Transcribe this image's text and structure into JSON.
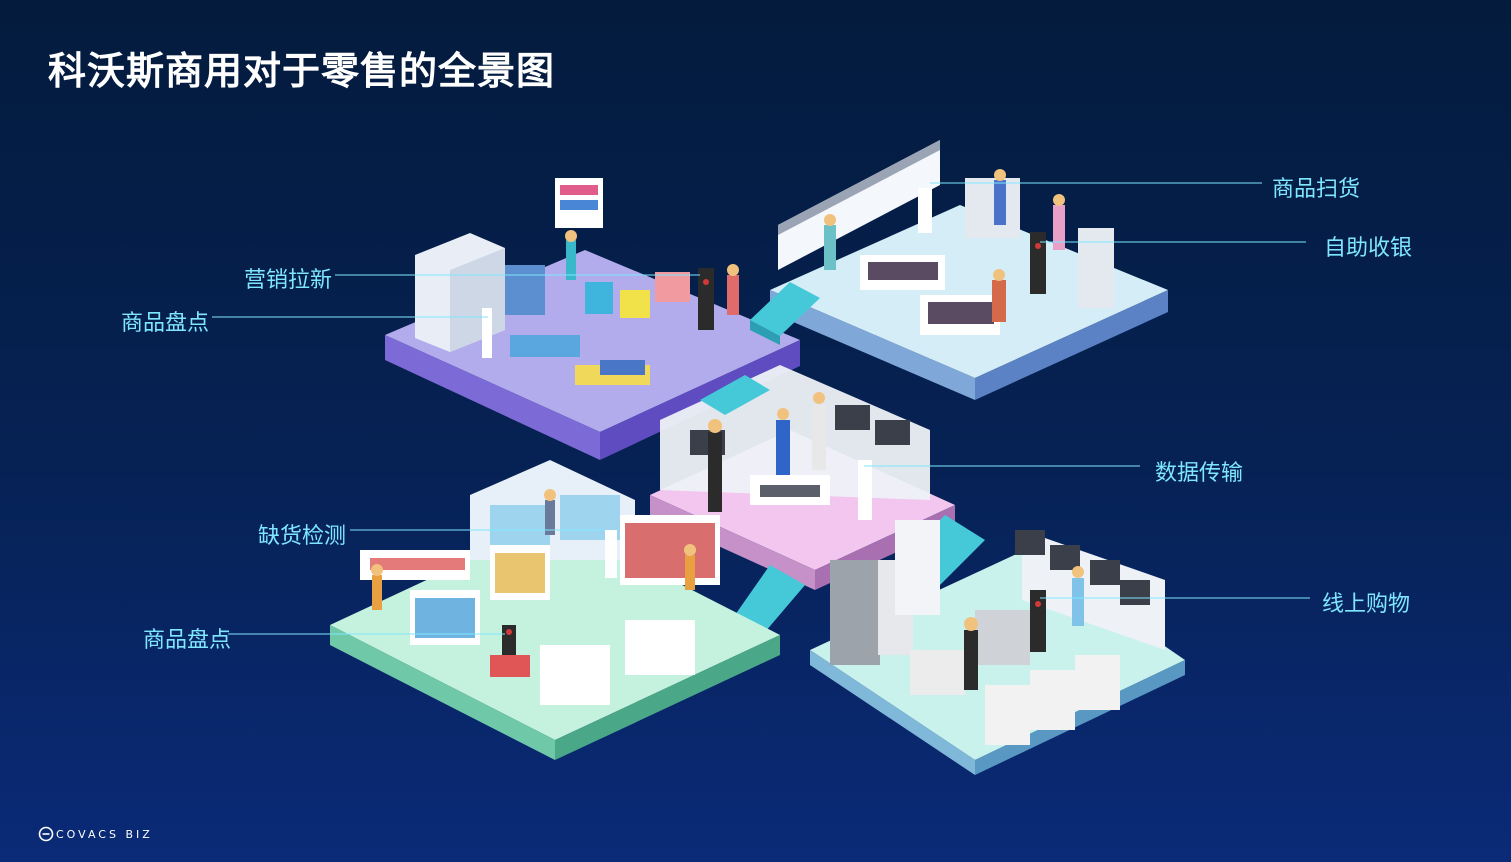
{
  "title": "科沃斯商用对于零售的全景图",
  "labels": {
    "marketing": "营销拉新",
    "inventory_top": "商品盘点",
    "scan": "商品扫货",
    "self_checkout": "自助收银",
    "data_transfer": "数据传输",
    "stockout": "缺货检测",
    "inventory_bottom": "商品盘点",
    "online_shopping": "线上购物"
  },
  "logo": {
    "text": "COVACS BIZ",
    "icon": "ecovacs-e-icon"
  },
  "colors": {
    "accent": "#7fe6ff",
    "background_top": "#041b3d",
    "background_bottom": "#0b2a78",
    "floor_clothing": "#a9a4e8",
    "floor_cosmetics": "#cfeaf5",
    "floor_electronics": "#f1c7ec",
    "floor_supermarket": "#bff0dc",
    "floor_appliances": "#c7f1ec",
    "stairs": "#41c7d6"
  }
}
